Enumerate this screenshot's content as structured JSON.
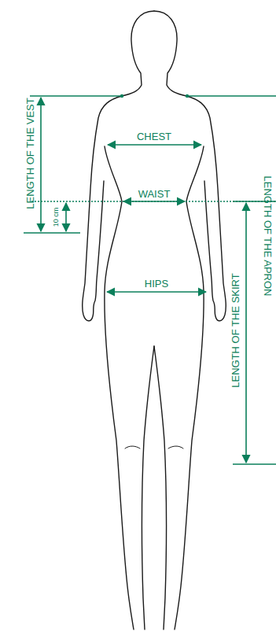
{
  "diagram": {
    "labels": [
      "LENGTH OF THE VEST",
      "CHEST",
      "WAIST",
      "10 cm",
      "HIPS",
      "LENGTH OF THE SKIRT",
      "LENGTH OF THE APRON"
    ]
  }
}
